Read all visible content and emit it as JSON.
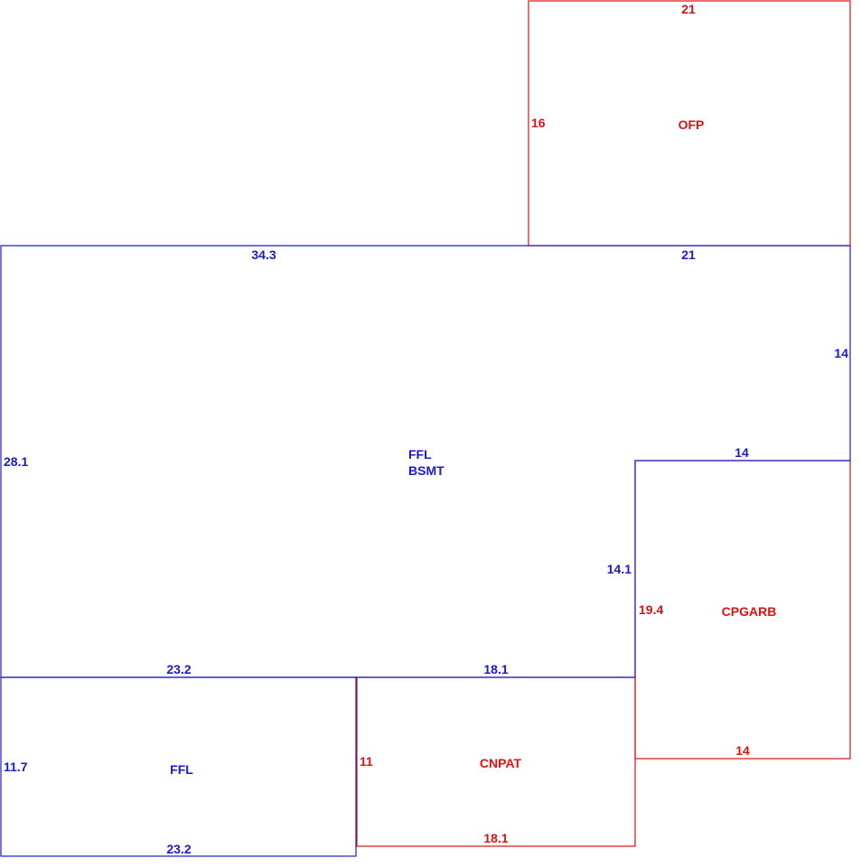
{
  "colors": {
    "main_area": "#1a1acc",
    "other_area": "#dd1111",
    "background": "#ffffff"
  },
  "areas": {
    "ofp": {
      "name": "OFP",
      "top": "21",
      "left": "16"
    },
    "main": {
      "name_line1": "FFL",
      "name_line2": "BSMT",
      "top_left": "34.3",
      "top_right": "21",
      "right_upper": "14",
      "step_top": "14",
      "step_side": "14.1",
      "left": "28.1",
      "bottom_left": "23.2",
      "bottom_right": "18.1"
    },
    "cpgarb": {
      "name": "CPGARB",
      "left": "19.4",
      "bottom": "14"
    },
    "ffl_lower": {
      "name": "FFL",
      "left": "11.7",
      "bottom": "23.2"
    },
    "cnpat": {
      "name": "CNPAT",
      "left": "11",
      "bottom": "18.1"
    }
  }
}
